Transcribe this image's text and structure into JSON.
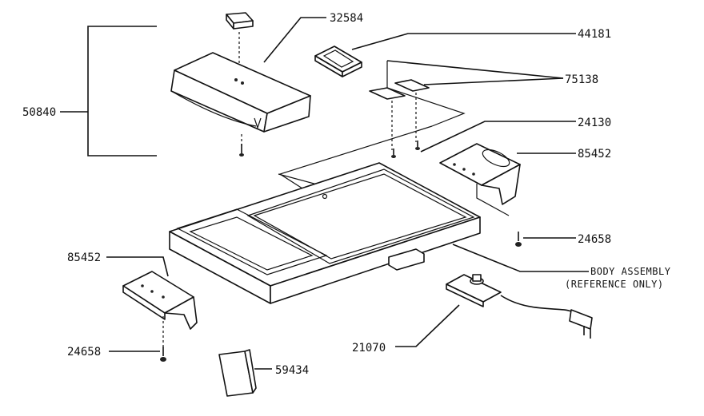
{
  "callouts": {
    "p32584": "32584",
    "p44181": "44181",
    "p75138": "75138",
    "p24130": "24130",
    "p85452_right": "85452",
    "p50840": "50840",
    "p24658_right": "24658",
    "body_assembly_line1": "BODY ASSEMBLY",
    "body_assembly_line2": "(REFERENCE ONLY)",
    "p85452_left": "85452",
    "p24658_left": "24658",
    "p21070": "21070",
    "p59434": "59434"
  }
}
